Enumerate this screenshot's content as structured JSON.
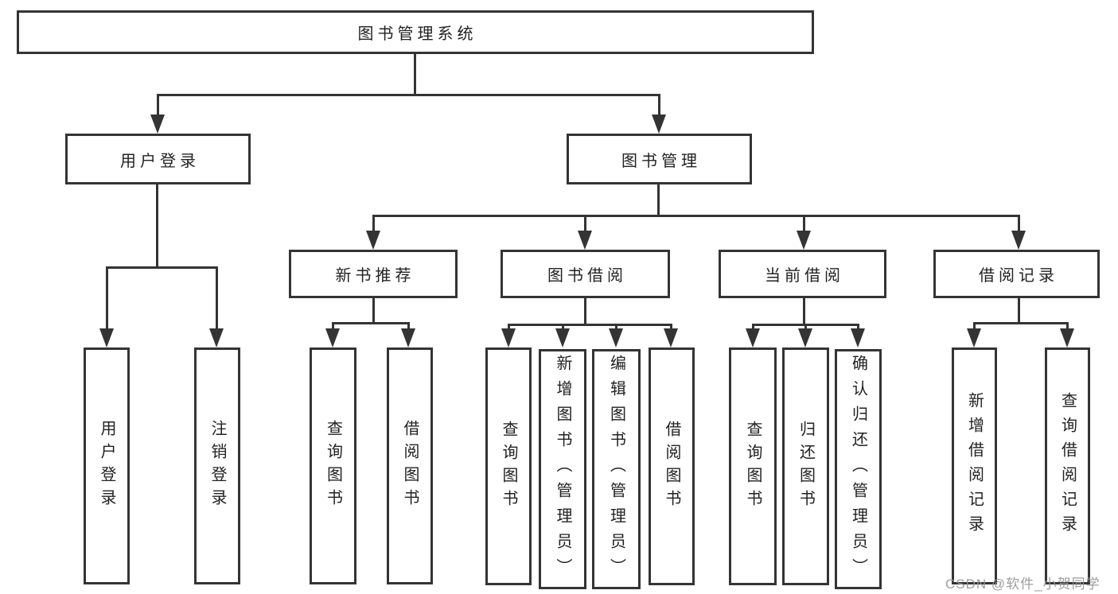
{
  "diagram": {
    "root": "图书管理系统",
    "level2": {
      "user": "用户登录",
      "mgmt": "图书管理"
    },
    "level3": {
      "recommend": "新书推荐",
      "borrow": "图书借阅",
      "current": "当前借阅",
      "records": "借阅记录"
    },
    "leaves": {
      "user": [
        "用户登录",
        "注销登录"
      ],
      "recommend": [
        "查询图书",
        "借阅图书"
      ],
      "borrow": [
        "查询图书",
        "新增图书（管理员）",
        "编辑图书（管理员）",
        "借阅图书"
      ],
      "current": [
        "查询图书",
        "归还图书",
        "确认归还（管理员）"
      ],
      "records": [
        "新增借阅记录",
        "查询借阅记录"
      ]
    }
  },
  "watermark": "CSDN @软件_小贺同学",
  "colors": {
    "line": "#343434",
    "text": "#222222",
    "background": "#ffffff",
    "watermark": "#969696"
  }
}
